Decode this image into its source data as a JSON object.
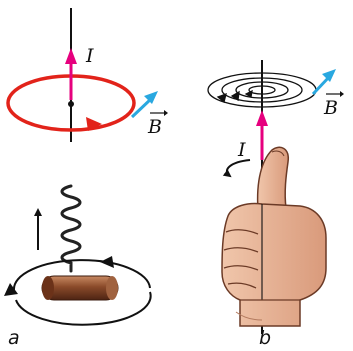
{
  "panel_a": {
    "label": "a",
    "current_label": "I",
    "field_label": "B"
  },
  "panel_b": {
    "label": "b",
    "current_label": "I",
    "field_label": "B"
  },
  "colors": {
    "wire": "#111111",
    "current_arrow": "#e6007e",
    "field_arrow": "#29a8e0",
    "field_loop": "#e2231a",
    "corkscrew_handle": "#8a4a2a",
    "hand": "#e9b79a"
  }
}
